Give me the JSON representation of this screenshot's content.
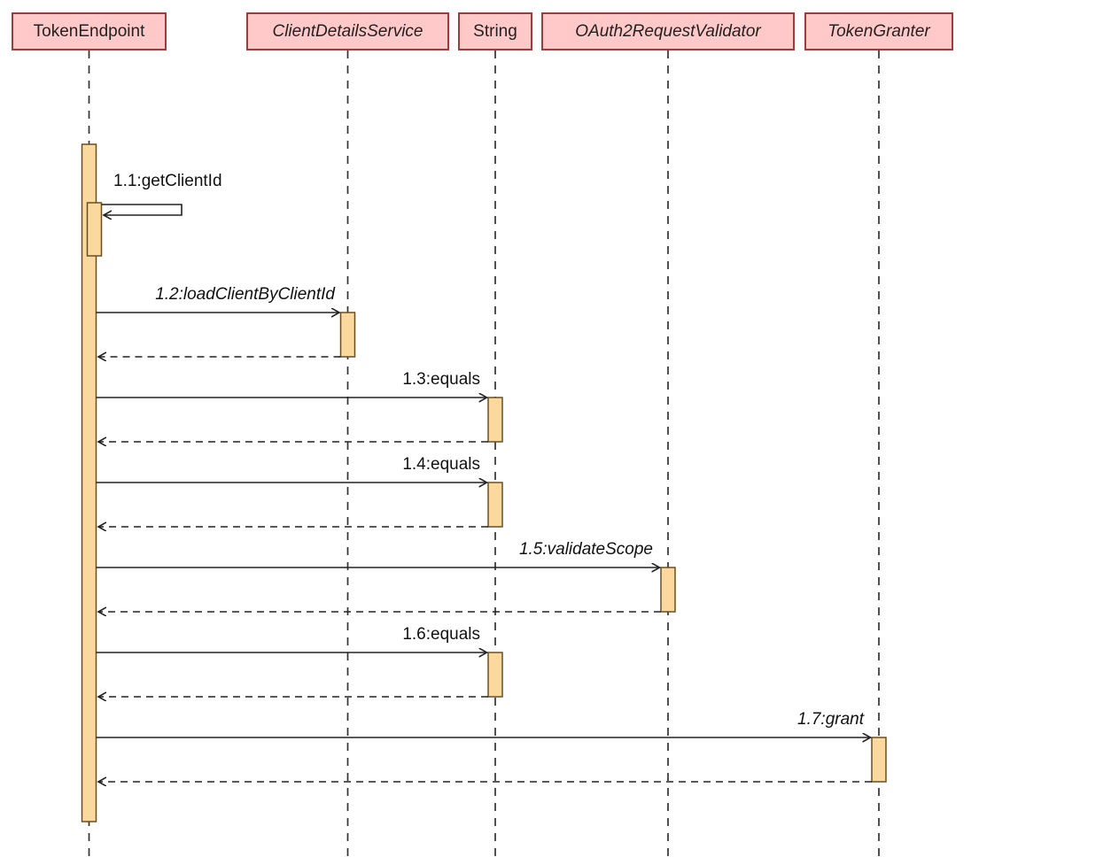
{
  "diagram": {
    "type": "uml-sequence-diagram",
    "colors": {
      "participant_fill": "#ffc9c9",
      "participant_border": "#9e3b3b",
      "activation_fill": "#fbd89d",
      "activation_border": "#6a4f23",
      "line_color": "#222222",
      "background": "#ffffff"
    },
    "participants": [
      {
        "name": "TokenEndpoint",
        "italic": false
      },
      {
        "name": "ClientDetailsService",
        "italic": true
      },
      {
        "name": "String",
        "italic": false
      },
      {
        "name": "OAuth2RequestValidator",
        "italic": true
      },
      {
        "name": "TokenGranter",
        "italic": true
      }
    ],
    "messages": [
      {
        "label": "1.1:getClientId",
        "from": "TokenEndpoint",
        "to": "TokenEndpoint",
        "kind": "self",
        "italic": false,
        "has_return": false
      },
      {
        "label": "1.2:loadClientByClientId",
        "from": "TokenEndpoint",
        "to": "ClientDetailsService",
        "kind": "call",
        "italic": true,
        "has_return": true
      },
      {
        "label": "1.3:equals",
        "from": "TokenEndpoint",
        "to": "String",
        "kind": "call",
        "italic": false,
        "has_return": true
      },
      {
        "label": "1.4:equals",
        "from": "TokenEndpoint",
        "to": "String",
        "kind": "call",
        "italic": false,
        "has_return": true
      },
      {
        "label": "1.5:validateScope",
        "from": "TokenEndpoint",
        "to": "OAuth2RequestValidator",
        "kind": "call",
        "italic": true,
        "has_return": true
      },
      {
        "label": "1.6:equals",
        "from": "TokenEndpoint",
        "to": "String",
        "kind": "call",
        "italic": false,
        "has_return": true
      },
      {
        "label": "1.7:grant",
        "from": "TokenEndpoint",
        "to": "TokenGranter",
        "kind": "call",
        "italic": true,
        "has_return": true
      }
    ]
  }
}
